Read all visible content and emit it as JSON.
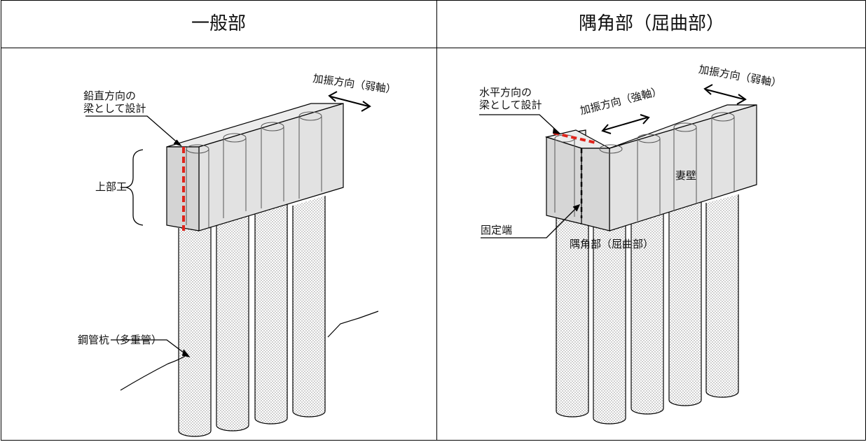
{
  "headers": {
    "left": "一般部",
    "right": "隅角部（屈曲部）"
  },
  "left_panel": {
    "shake_direction": "加振方向（弱軸）",
    "design_line1": "鉛直方向の",
    "design_line2": "梁として設計",
    "superstructure": "上部工",
    "steel_pipe_pile": "鋼管杭（多重管）"
  },
  "right_panel": {
    "shake_direction_weak": "加振方向（弱軸）",
    "shake_direction_strong": "加振方向（強軸）",
    "design_line1": "水平方向の",
    "design_line2": "梁として設計",
    "gable_wall": "妻壁",
    "fixed_end": "固定端",
    "corner": "隅角部（屈曲部）"
  },
  "colors": {
    "design_line": "#e0241b",
    "block_fill": "#e6e6e6",
    "block_side": "#d2d2d2",
    "outline": "#000000"
  }
}
